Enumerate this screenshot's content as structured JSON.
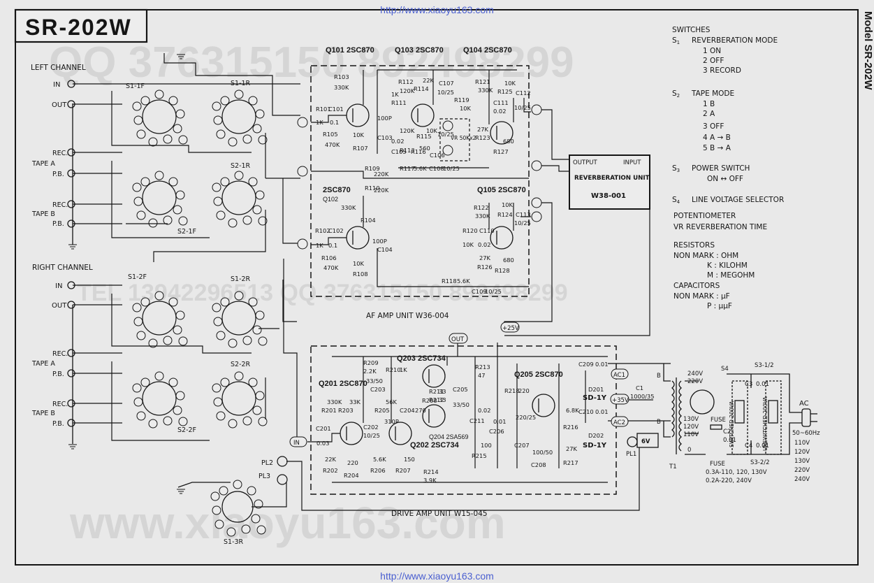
{
  "watermark_url_top": "http://www.xiaoyu163.com",
  "watermark_url_bottom": "http://www.xiaoyu163.com",
  "model_badge": "SR-202W",
  "side_model": "Model SR-202W",
  "left_channel": {
    "title": "LEFT CHANNEL",
    "jacks": [
      "IN",
      "OUT",
      "REC.",
      "P.B.",
      "REC.",
      "P.B."
    ],
    "tape_a": "TAPE A",
    "tape_b": "TAPE B",
    "switches": [
      "S1-1F",
      "S1-1R",
      "S2-1R",
      "S2-1F"
    ]
  },
  "right_channel": {
    "title": "RIGHT CHANNEL",
    "jacks": [
      "IN",
      "OUT",
      "REC.",
      "P.B.",
      "REC.",
      "P.B."
    ],
    "tape_a": "TAPE A",
    "tape_b": "TAPE B",
    "switches": [
      "S1-2F",
      "S1-2R",
      "S2-2R",
      "S2-2F"
    ]
  },
  "bottom_switch": "S1-3R",
  "pilot_lamps": [
    "PL2",
    "PL3"
  ],
  "af_amp": {
    "title": "AF AMP UNIT  W36-004",
    "transistors": [
      "Q101 2SC870",
      "Q103 2SC870",
      "Q104 2SC870",
      "2SC870",
      "Q102",
      "Q105 2SC870"
    ],
    "parts": [
      "R101",
      "1K",
      "C101",
      "0.1",
      "R103",
      "330K",
      "R105",
      "470K",
      "R107",
      "10K",
      "C103",
      "100P",
      "R111",
      "1K",
      "R112",
      "120K",
      "R113",
      "120K",
      "C105",
      "0.02",
      "R114",
      "22K",
      "R115",
      "10K",
      "R116",
      "560",
      "C107",
      "10/25",
      "C106",
      "10/25",
      "R119",
      "10K",
      "R121",
      "330K",
      "R123",
      "27K",
      "R125",
      "10K",
      "C111",
      "0.02",
      "C112",
      "10/25",
      "R127",
      "680",
      "R117",
      "5.6K",
      "C108",
      "10/25",
      "R109",
      "220K",
      "R110",
      "220K",
      "R102",
      "1K",
      "C102",
      "0.1",
      "R104",
      "330K",
      "R106",
      "470K",
      "R108",
      "10K",
      "C104",
      "100P",
      "R122",
      "330K",
      "R124",
      "10K",
      "R120",
      "10K",
      "C110",
      "0.02",
      "C113",
      "10/25",
      "R126",
      "27K",
      "R128",
      "680",
      "R118",
      "5.6K",
      "C109",
      "10/25",
      "VR 50Kx2"
    ]
  },
  "reverb_unit": {
    "output": "OUTPUT",
    "input": "INPUT",
    "name": "REVERBERATION UNIT",
    "code": "W38-001"
  },
  "drive_amp": {
    "title": "DRIVE AMP UNIT  W15-045",
    "transistors": [
      "Q201 2SC870",
      "Q203 2SC734",
      "Q202 2SC734",
      "Q204 2SA569",
      "Q205 2SC870"
    ],
    "parts": [
      "R201",
      "330K",
      "C201",
      "0.03",
      "R202",
      "22K",
      "R203",
      "33K",
      "R204",
      "220",
      "C202",
      "10/25",
      "R205",
      "56K",
      "C203",
      "33/50",
      "R206",
      "5.6K",
      "R209",
      "2.2K",
      "R210",
      "1K",
      "R207",
      "150",
      "C204",
      "310P",
      "R208",
      "270",
      "R211",
      "33",
      "R212",
      "33",
      "C205",
      "33/50",
      "R213",
      "47",
      "C211",
      "0.02",
      "R214",
      "3.9K",
      "R215",
      "100",
      "C206",
      "0.01",
      "R218",
      "220",
      "C207",
      "220/25",
      "C208",
      "100/50",
      "R216",
      "6.8K",
      "R217",
      "27K",
      "C209",
      "0.01",
      "C210",
      "0.01",
      "D201",
      "SD-1Y",
      "D202",
      "SD-1Y",
      "C1",
      "1000/35"
    ],
    "nodes": [
      "OUT",
      "+25V",
      "IN",
      "AC1",
      "AC2",
      "+35V"
    ]
  },
  "power": {
    "transformer": "T1",
    "taps": [
      "240V",
      "220V",
      "130V",
      "120V",
      "110V",
      "0",
      "6V",
      "B",
      "B"
    ],
    "selector": "S4",
    "fuse_label": "FUSE",
    "fuse_spec": [
      "0.3A-110, 120, 130V",
      "0.2A-220, 240V"
    ],
    "switches": [
      "S3-1/2",
      "S3-2/2"
    ],
    "caps": [
      "C3",
      "0.01",
      "C4",
      "0.01",
      "C2",
      "0.01"
    ],
    "outlets": [
      "SWITCHED 200VA",
      "UNSWITCHED 200VA"
    ],
    "pilot_lamp": "PL1",
    "ac": "AC",
    "ac_spec": [
      "50~60Hz",
      "110V",
      "120V",
      "130V",
      "220V",
      "240V"
    ]
  },
  "legend": {
    "switches_title": "SWITCHES",
    "s1_title": "REVERBERATION MODE",
    "s1_items": [
      "1    ON",
      "2    OFF",
      "3    RECORD"
    ],
    "s2_title": "TAPE MODE",
    "s2_items": [
      "1    B",
      "2    A",
      "3    OFF",
      "4    A → B",
      "5    B → A"
    ],
    "s3_title": "POWER SWITCH",
    "s3_item": "ON ↔ OFF",
    "s4_title": "LINE VOLTAGE SELECTOR",
    "pot_title": "POTENTIOMETER",
    "pot_item": "VR  REVERBERATION TIME",
    "res_title": "RESISTORS",
    "res_items": [
      "NON MARK  : OHM",
      "K           : KILOHM",
      "M           : MEGOHM"
    ],
    "cap_title": "CAPACITORS",
    "cap_items": [
      "NON MARK  : μF",
      "P           : μμF"
    ]
  },
  "faint_watermarks": [
    "QQ 376315150  892498299",
    "TEL 13942296513  QQ 376315150  892498299",
    "www.xiaoyu163.com"
  ]
}
